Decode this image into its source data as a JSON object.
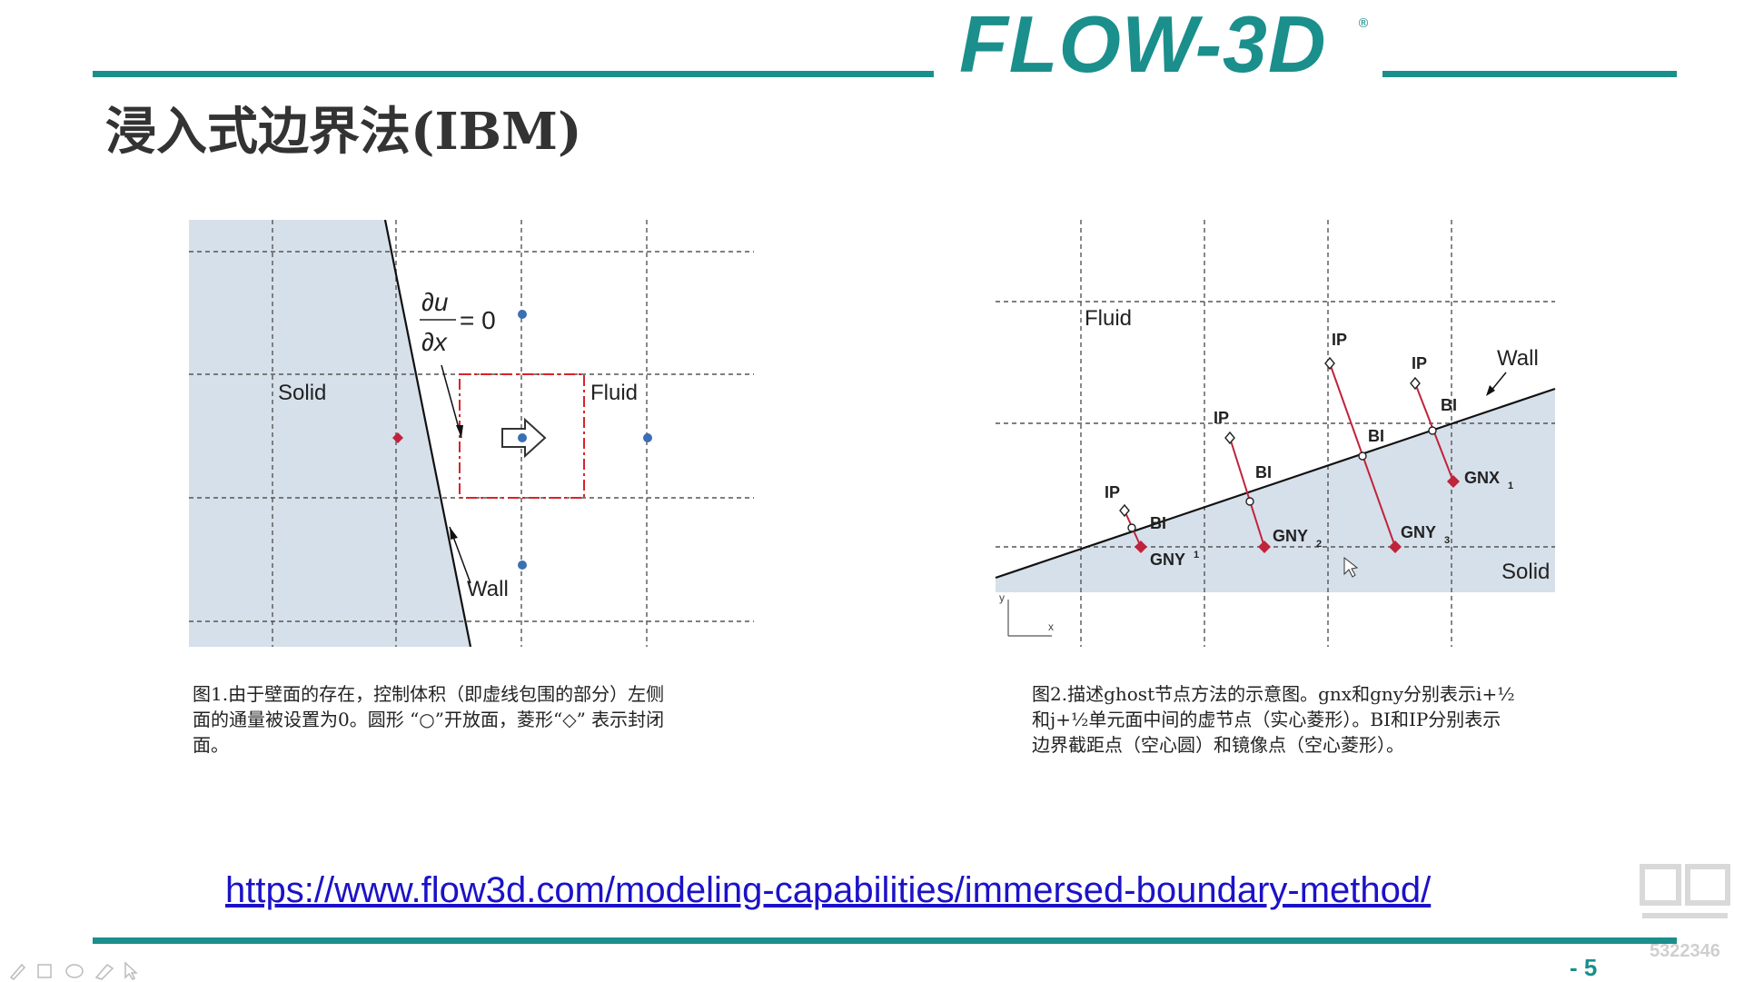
{
  "header": {
    "logo_text": "FLOW-3D",
    "logo_mark": "®",
    "title": "浸入式边界法(IBM)"
  },
  "figure1": {
    "label_solid": "Solid",
    "label_fluid": "Fluid",
    "label_wall": "Wall",
    "eq_numerator": "∂u",
    "eq_denominator": "∂x",
    "eq_rhs": "= 0",
    "caption_lines": [
      "图1.由于壁面的存在，控制体积（即虚线包围的部分）左侧",
      "面的通量被设置为0。圆形 “○”开放面，菱形“◇” 表示封闭",
      "面。"
    ]
  },
  "figure2": {
    "label_fluid": "Fluid",
    "label_wall": "Wall",
    "label_solid": "Solid",
    "label_ip": "IP",
    "label_bi": "BI",
    "label_gny1": "GNY",
    "label_gny2": "GNY",
    "label_gny3": "GNY",
    "label_gnx1": "GNX",
    "sub_1": "1",
    "sub_2": "2",
    "sub_3": "3",
    "axis_x": "x",
    "axis_y": "y",
    "caption_lines": [
      "图2.描述ghost节点方法的示意图。gnx和gny分别表示i+½",
      "和j+½单元面中间的虚节点（实心菱形）。BI和IP分别表示",
      "边界截距点（空心圆）和镜像点（空心菱形）。"
    ]
  },
  "link": {
    "url_text": "https://www.flow3d.com/modeling-capabilities/immersed-boundary-method/"
  },
  "footer": {
    "page_label": "-   5",
    "watermark_id": "5322346"
  },
  "colors": {
    "teal": "#1a8f8c",
    "solid_fill": "#d6e0ea",
    "link_blue": "#1b12c8",
    "node_blue": "#3a6fb3",
    "node_red": "#c0233a"
  }
}
